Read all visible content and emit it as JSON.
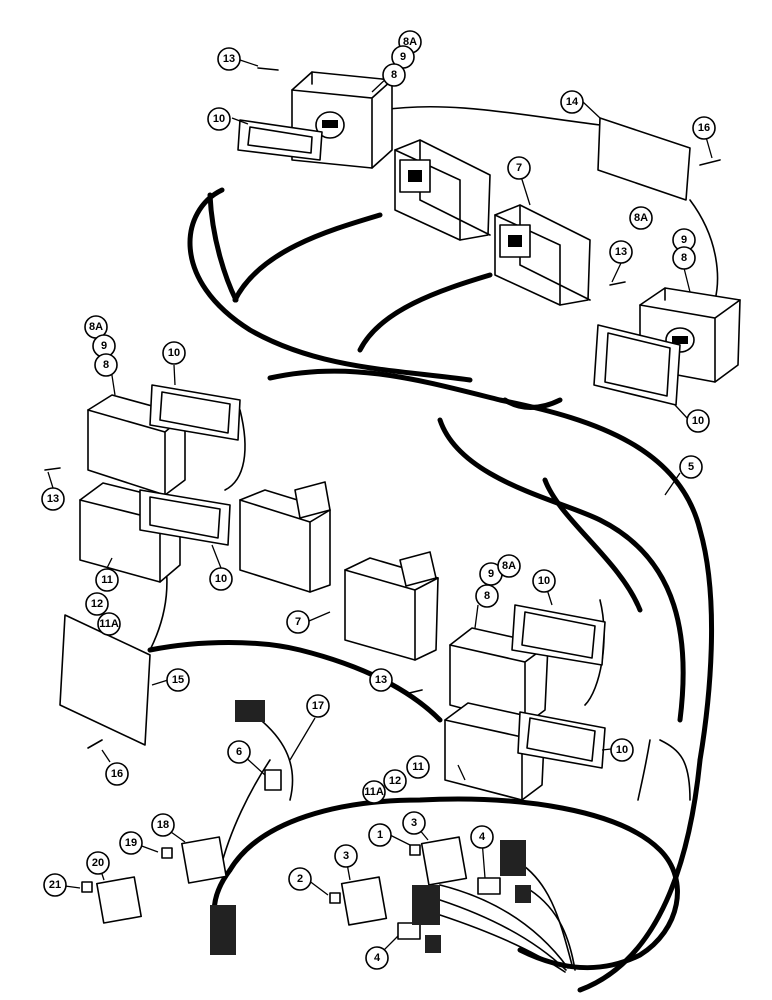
{
  "callouts": [
    {
      "id": "c13a",
      "label": "13"
    },
    {
      "id": "c8A_a",
      "label": "8A"
    },
    {
      "id": "c9_a",
      "label": "9"
    },
    {
      "id": "c8_a",
      "label": "8"
    },
    {
      "id": "c14",
      "label": "14"
    },
    {
      "id": "c16a",
      "label": "16"
    },
    {
      "id": "c10a",
      "label": "10"
    },
    {
      "id": "c7a",
      "label": "7"
    },
    {
      "id": "c8A_b",
      "label": "8A"
    },
    {
      "id": "c9_b",
      "label": "9"
    },
    {
      "id": "c8_b",
      "label": "8"
    },
    {
      "id": "c13b",
      "label": "13"
    },
    {
      "id": "c8A_c",
      "label": "8A"
    },
    {
      "id": "c9_c",
      "label": "9"
    },
    {
      "id": "c8_c",
      "label": "8"
    },
    {
      "id": "c10b",
      "label": "10"
    },
    {
      "id": "c10c",
      "label": "10"
    },
    {
      "id": "c5",
      "label": "5"
    },
    {
      "id": "c13c",
      "label": "13"
    },
    {
      "id": "c10d",
      "label": "10"
    },
    {
      "id": "c11a",
      "label": "11"
    },
    {
      "id": "c12a",
      "label": "12"
    },
    {
      "id": "c11Aa",
      "label": "11A"
    },
    {
      "id": "c7b",
      "label": "7"
    },
    {
      "id": "c9_d",
      "label": "9"
    },
    {
      "id": "c8A_d",
      "label": "8A"
    },
    {
      "id": "c8_d",
      "label": "8"
    },
    {
      "id": "c10e",
      "label": "10"
    },
    {
      "id": "c15",
      "label": "15"
    },
    {
      "id": "c13d",
      "label": "13"
    },
    {
      "id": "c17",
      "label": "17"
    },
    {
      "id": "c6",
      "label": "6"
    },
    {
      "id": "c16b",
      "label": "16"
    },
    {
      "id": "c10f",
      "label": "10"
    },
    {
      "id": "c11b",
      "label": "11"
    },
    {
      "id": "c12b",
      "label": "12"
    },
    {
      "id": "c11Ab",
      "label": "11A"
    },
    {
      "id": "c1",
      "label": "1"
    },
    {
      "id": "c3a",
      "label": "3"
    },
    {
      "id": "c4a",
      "label": "4"
    },
    {
      "id": "c18",
      "label": "18"
    },
    {
      "id": "c19",
      "label": "19"
    },
    {
      "id": "c20",
      "label": "20"
    },
    {
      "id": "c21",
      "label": "21"
    },
    {
      "id": "c3b",
      "label": "3"
    },
    {
      "id": "c2",
      "label": "2"
    },
    {
      "id": "c4b",
      "label": "4"
    }
  ]
}
